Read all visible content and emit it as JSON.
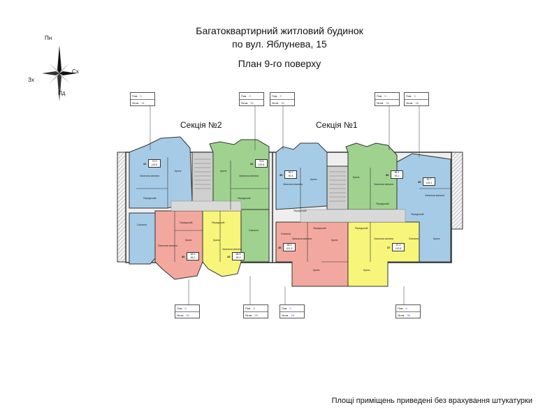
{
  "title": {
    "line1": "Багатоквартирний житловий будинок",
    "line2": "по вул. Яблунева, 15",
    "line3": "План 9-го поверху"
  },
  "compass": {
    "north": "Пн",
    "south": "Пд",
    "west": "Зх",
    "east": "Сх"
  },
  "sections": {
    "s2": "Секція №2",
    "s1": "Секція №1"
  },
  "note": "Площі приміщень приведені без врахування штукатурки",
  "colors": {
    "blue": "#a6cbe6",
    "green": "#9fd28f",
    "pink": "#f2a89e",
    "yellow": "#f7f57a",
    "stair": "#cfcfcf",
    "wall": "#3a3a3a",
    "hatch": "#d9d9d9"
  },
  "label_keys": {
    "floor": "Пов.",
    "flat": "№ кв."
  },
  "floor": "9",
  "labels": [
    {
      "flat": "31"
    },
    {
      "flat": "32"
    },
    {
      "flat": "33"
    },
    {
      "flat": "34"
    },
    {
      "flat": "35"
    },
    {
      "flat": "30"
    },
    {
      "flat": "29"
    },
    {
      "flat": "28"
    },
    {
      "flat": "36"
    }
  ],
  "rooms": {
    "kitchen": "Кухня",
    "living": "Загальна кімната",
    "hall": "Передпокій",
    "bedroom": "Спальня"
  },
  "apartments": [
    {
      "num": "41",
      "living": "74.5",
      "total": "115.8"
    },
    {
      "num": "42",
      "living": "73.5",
      "total": "115.8"
    },
    {
      "num": "39",
      "living": "59.7",
      "total": "90.4"
    },
    {
      "num": "36",
      "living": "65.1",
      "total": "93.1"
    },
    {
      "num": "35",
      "living": "82.7",
      "total": "125.1"
    },
    {
      "num": "40",
      "living": "58.9",
      "total": "96.3"
    },
    {
      "num": "43",
      "living": "58.9",
      "total": "96.3"
    },
    {
      "num": "38",
      "living": "68.3",
      "total": "101.3"
    },
    {
      "num": "37",
      "living": "67.2",
      "total": "113.8"
    }
  ]
}
